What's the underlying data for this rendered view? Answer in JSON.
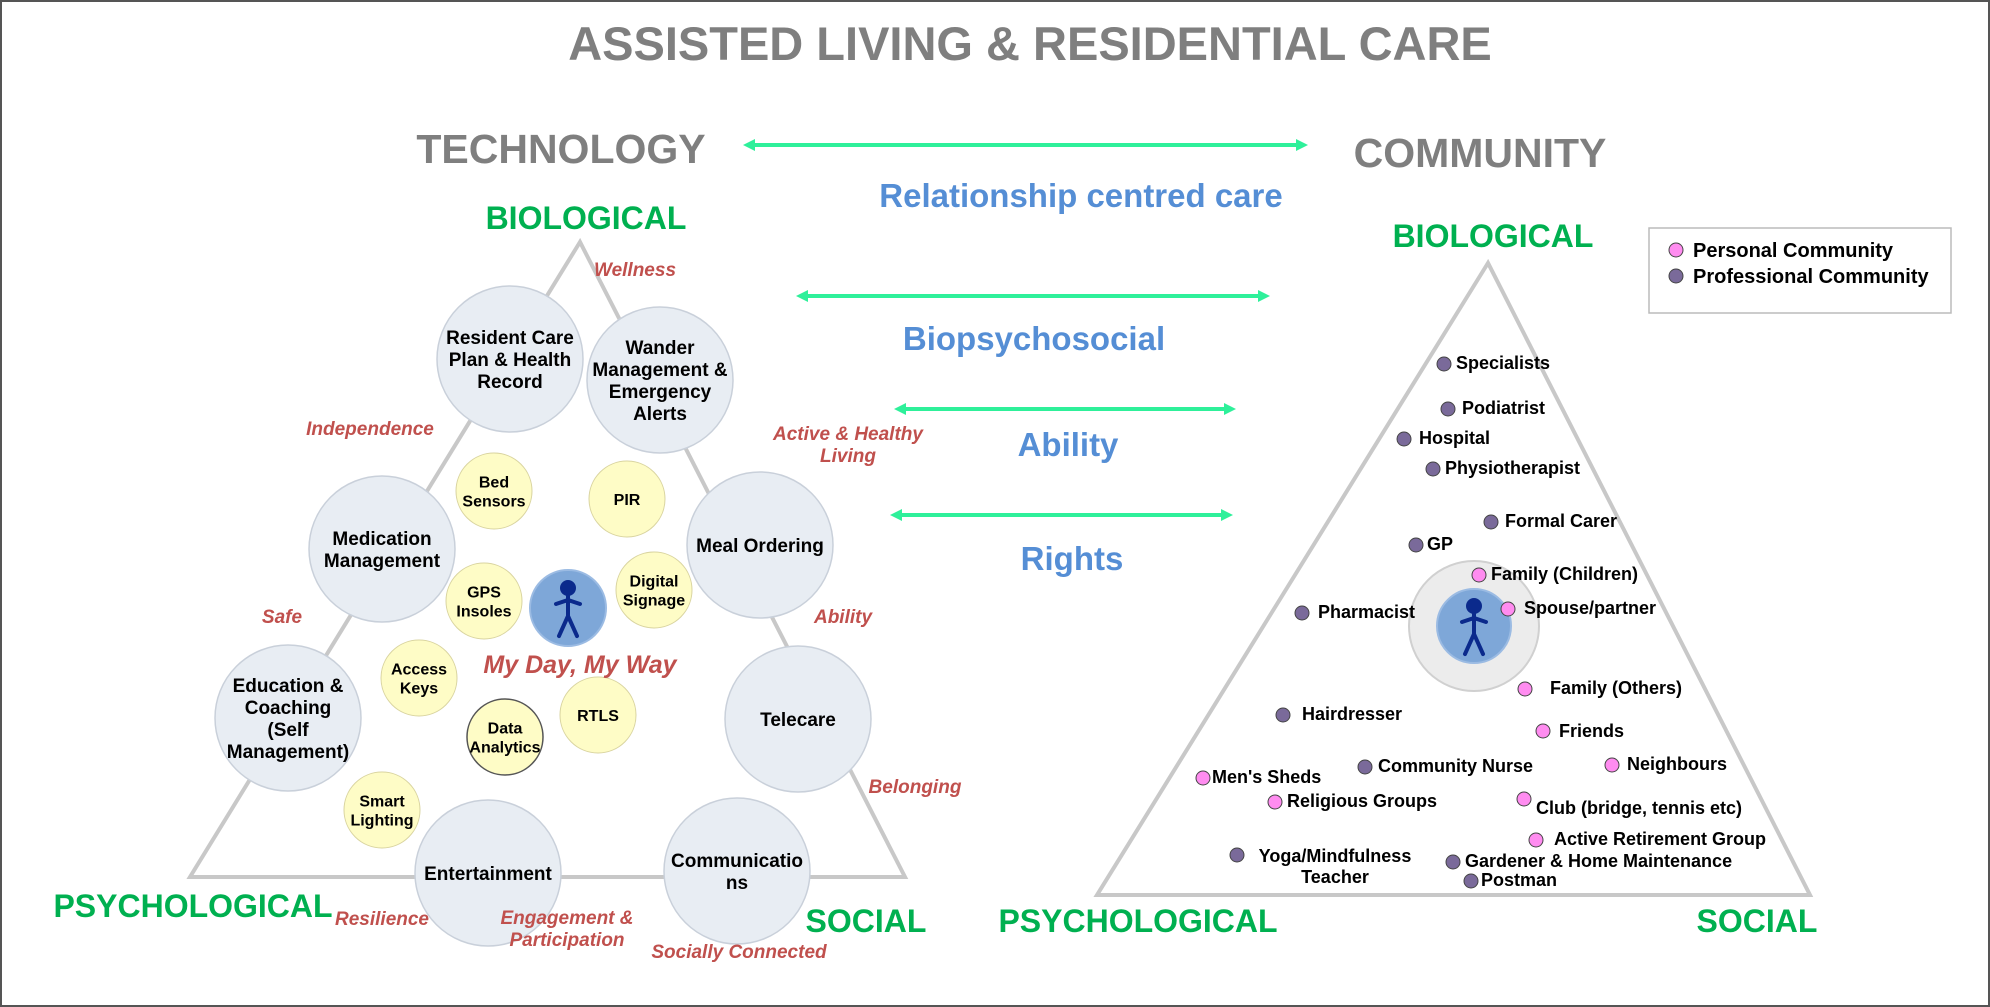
{
  "title": "ASSISTED LIVING & RESIDENTIAL CARE",
  "technology": {
    "heading": "TECHNOLOGY",
    "corners": {
      "top": "BIOLOGICAL",
      "left": "PSYCHOLOGICAL",
      "right": "SOCIAL"
    },
    "big_nodes": [
      {
        "lines": [
          "Resident Care",
          "Plan & Health",
          "Record"
        ]
      },
      {
        "lines": [
          "Wander",
          "Management &",
          "Emergency",
          "Alerts"
        ]
      },
      {
        "lines": [
          "Medication",
          "Management"
        ]
      },
      {
        "lines": [
          "Meal Ordering"
        ]
      },
      {
        "lines": [
          "Education &",
          "Coaching",
          "(Self",
          "Management)"
        ]
      },
      {
        "lines": [
          "Telecare"
        ]
      },
      {
        "lines": [
          "Entertainment"
        ]
      },
      {
        "lines": [
          "Communicatio",
          "ns"
        ]
      }
    ],
    "small_nodes": [
      {
        "lines": [
          "Bed",
          "Sensors"
        ]
      },
      {
        "lines": [
          "PIR"
        ]
      },
      {
        "lines": [
          "GPS",
          "Insoles"
        ]
      },
      {
        "lines": [
          "Digital",
          "Signage"
        ]
      },
      {
        "lines": [
          "Access",
          "Keys"
        ]
      },
      {
        "lines": [
          "RTLS"
        ]
      },
      {
        "lines": [
          "Data",
          "Analytics"
        ]
      },
      {
        "lines": [
          "Smart",
          "Lighting"
        ]
      }
    ],
    "outcomes": [
      {
        "lines": [
          "Wellness"
        ]
      },
      {
        "lines": [
          "Independence"
        ]
      },
      {
        "lines": [
          "Active & Healthy",
          "Living"
        ]
      },
      {
        "lines": [
          "Safe"
        ]
      },
      {
        "lines": [
          "Ability"
        ]
      },
      {
        "lines": [
          "Belonging"
        ]
      },
      {
        "lines": [
          "Resilience"
        ]
      },
      {
        "lines": [
          "Engagement &",
          "Participation"
        ]
      },
      {
        "lines": [
          "Socially Connected"
        ]
      }
    ],
    "center_motto": "My Day, My Way"
  },
  "bridge": {
    "labels": [
      "Relationship centred care",
      "Biopsychosocial",
      "Ability",
      "Rights"
    ],
    "arrow_color": "#2ef09a"
  },
  "community": {
    "heading": "COMMUNITY",
    "corners": {
      "top": "BIOLOGICAL",
      "left": "PSYCHOLOGICAL",
      "right": "SOCIAL"
    },
    "legend": [
      {
        "label": "Personal Community",
        "color": "#ff8cf0"
      },
      {
        "label": "Professional Community",
        "color": "#7a6a9a"
      }
    ],
    "members": [
      {
        "kind": "professional",
        "lines": [
          "Specialists"
        ]
      },
      {
        "kind": "professional",
        "lines": [
          "Podiatrist"
        ]
      },
      {
        "kind": "professional",
        "lines": [
          "Hospital"
        ]
      },
      {
        "kind": "professional",
        "lines": [
          "Physiotherapist"
        ]
      },
      {
        "kind": "professional",
        "lines": [
          "Formal Carer"
        ]
      },
      {
        "kind": "professional",
        "lines": [
          "GP"
        ]
      },
      {
        "kind": "personal",
        "lines": [
          "Family (Children)"
        ]
      },
      {
        "kind": "personal",
        "lines": [
          "Spouse/partner"
        ]
      },
      {
        "kind": "professional",
        "lines": [
          "Pharmacist"
        ]
      },
      {
        "kind": "personal",
        "lines": [
          "Family (Others)"
        ]
      },
      {
        "kind": "professional",
        "lines": [
          "Hairdresser"
        ]
      },
      {
        "kind": "personal",
        "lines": [
          "Friends"
        ]
      },
      {
        "kind": "personal",
        "lines": [
          "Men's Sheds"
        ]
      },
      {
        "kind": "professional",
        "lines": [
          "Community Nurse"
        ]
      },
      {
        "kind": "personal",
        "lines": [
          "Neighbours"
        ]
      },
      {
        "kind": "personal",
        "lines": [
          "Religious Groups"
        ]
      },
      {
        "kind": "personal",
        "lines": [
          "Club (bridge, tennis etc)"
        ]
      },
      {
        "kind": "personal",
        "lines": [
          "Active Retirement Group"
        ]
      },
      {
        "kind": "professional",
        "lines": [
          "Yoga/Mindfulness",
          "Teacher"
        ]
      },
      {
        "kind": "professional",
        "lines": [
          "Gardener & Home Maintenance"
        ]
      },
      {
        "kind": "professional",
        "lines": [
          "Postman"
        ]
      }
    ]
  },
  "colors": {
    "title_gray": "#7f7f7f",
    "corner_green": "#00b050",
    "bridge_blue": "#558ed5",
    "outcome_red": "#c0504d",
    "big_circle": "#e8edf3",
    "small_circle": "#fefcc6",
    "person_circle": "#7ea7d8",
    "person_figure": "#0b2a8c",
    "personal_dot": "#ff8cf0",
    "professional_dot": "#7a6a9a"
  },
  "icons": {
    "person": "person-icon"
  }
}
